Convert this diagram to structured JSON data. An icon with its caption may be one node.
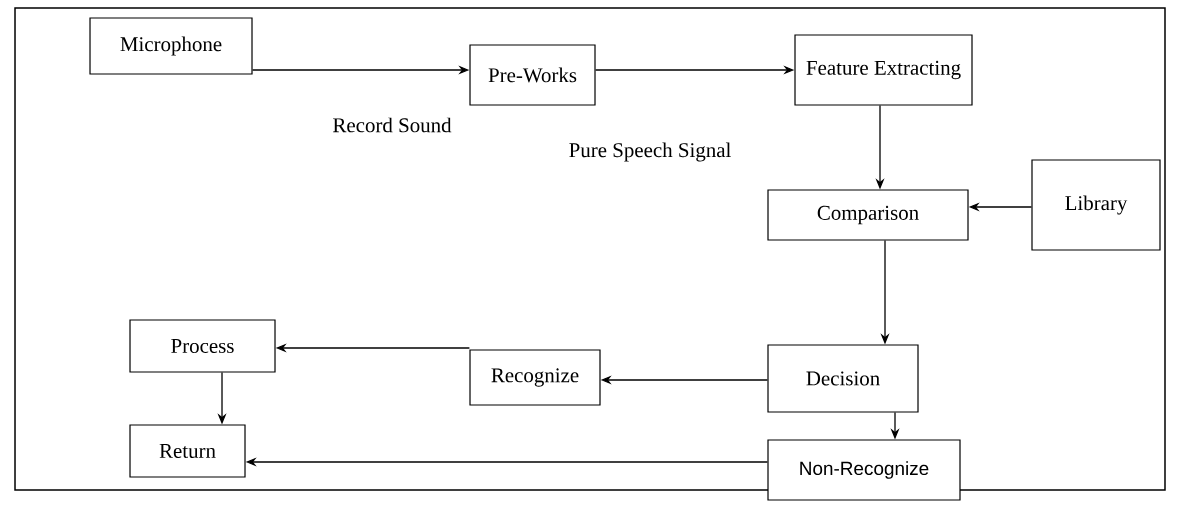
{
  "diagram": {
    "nodes": [
      {
        "text": [
          "Microphone"
        ]
      },
      {
        "text": [
          "Pre-Works"
        ]
      },
      {
        "text": [
          "Feature Extracting"
        ]
      },
      {
        "text": [
          "Comparison"
        ]
      },
      {
        "text": [
          "Library"
        ]
      },
      {
        "text": [
          "Process"
        ]
      },
      {
        "text": [
          "Recognize"
        ]
      },
      {
        "text": [
          "Decision"
        ]
      },
      {
        "text": [
          "Return"
        ]
      },
      {
        "text": [
          "Non-Recognize"
        ]
      }
    ],
    "edges": [
      {
        "from": 0,
        "to": 1,
        "arrow": "to"
      },
      {
        "from": 1,
        "to": 2,
        "arrow": "to"
      },
      {
        "from": 2,
        "to": 3,
        "arrow": "to"
      },
      {
        "from": 4,
        "to": 3,
        "arrow": "to"
      },
      {
        "from": 3,
        "to": 7,
        "arrow": "to"
      },
      {
        "from": 7,
        "to": 6,
        "arrow": "to"
      },
      {
        "from": 6,
        "to": 5,
        "arrow": "to"
      },
      {
        "from": 5,
        "to": 8,
        "arrow": "to"
      },
      {
        "from": 7,
        "to": 9,
        "arrow": "to"
      },
      {
        "from": 9,
        "to": 8,
        "arrow": "to"
      }
    ],
    "labels": [
      "Record Sound",
      "Pure Speech Signal"
    ]
  }
}
